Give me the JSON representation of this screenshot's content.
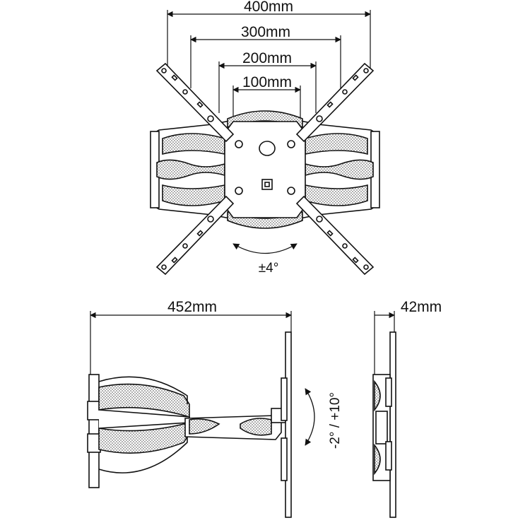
{
  "labels": {
    "dim_400": "400mm",
    "dim_300": "300mm",
    "dim_200": "200mm",
    "dim_100": "100mm",
    "rotation": "±4°",
    "extension": "452mm",
    "tilt": "-2° / +10°",
    "profile": "42mm"
  },
  "colors": {
    "line": "#111111",
    "hatch": "#8a8a8a",
    "background": "#ffffff"
  },
  "icons": {
    "rotation_arrow": "curved-double-arrow-icon",
    "tilt_arrow": "curved-double-arrow-icon"
  }
}
